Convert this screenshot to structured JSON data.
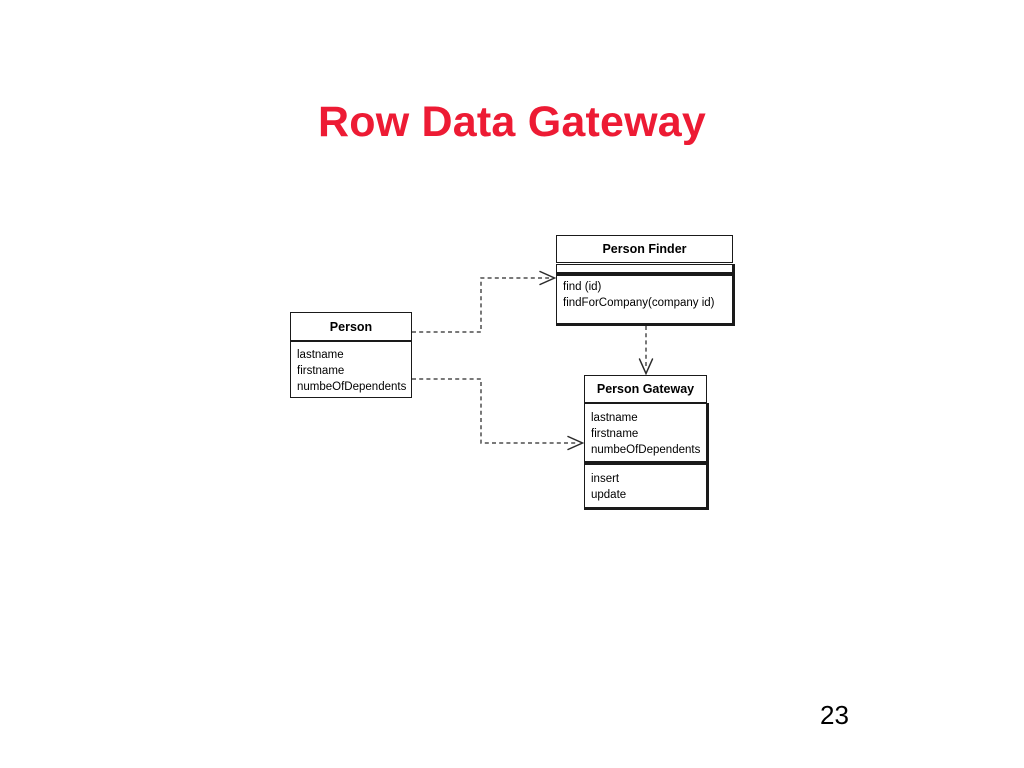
{
  "slide": {
    "title": "Row Data Gateway",
    "title_color": "#ED1B34",
    "page_number": "23",
    "background_color": "#FFFFFF"
  },
  "diagram": {
    "type": "uml-class-diagram",
    "classes": [
      {
        "id": "person",
        "name": "Person",
        "attributes": [
          "lastname",
          "firstname",
          "numbeOfDependents"
        ],
        "operations": [],
        "has_empty_compartment": false
      },
      {
        "id": "person-finder",
        "name": "Person Finder",
        "attributes": [],
        "operations": [
          "find (id)",
          "findForCompany(company id)"
        ],
        "has_empty_compartment": true
      },
      {
        "id": "person-gateway",
        "name": "Person Gateway",
        "attributes": [
          "lastname",
          "firstname",
          "numbeOfDependents"
        ],
        "operations": [
          "insert",
          "update"
        ],
        "has_empty_compartment": false
      }
    ],
    "connectors": [
      {
        "id": "person-to-finder",
        "from": "person",
        "to": "person-finder",
        "style": "dashed",
        "arrowhead": "open",
        "label": ""
      },
      {
        "id": "person-to-gateway",
        "from": "person",
        "to": "person-gateway",
        "style": "dashed",
        "arrowhead": "open",
        "label": ""
      },
      {
        "id": "finder-to-gateway",
        "from": "person-finder",
        "to": "person-gateway",
        "style": "dashed",
        "arrowhead": "open",
        "label": ""
      }
    ],
    "line_color": "#4D4D4D",
    "border_color": "#1A1A1A"
  }
}
